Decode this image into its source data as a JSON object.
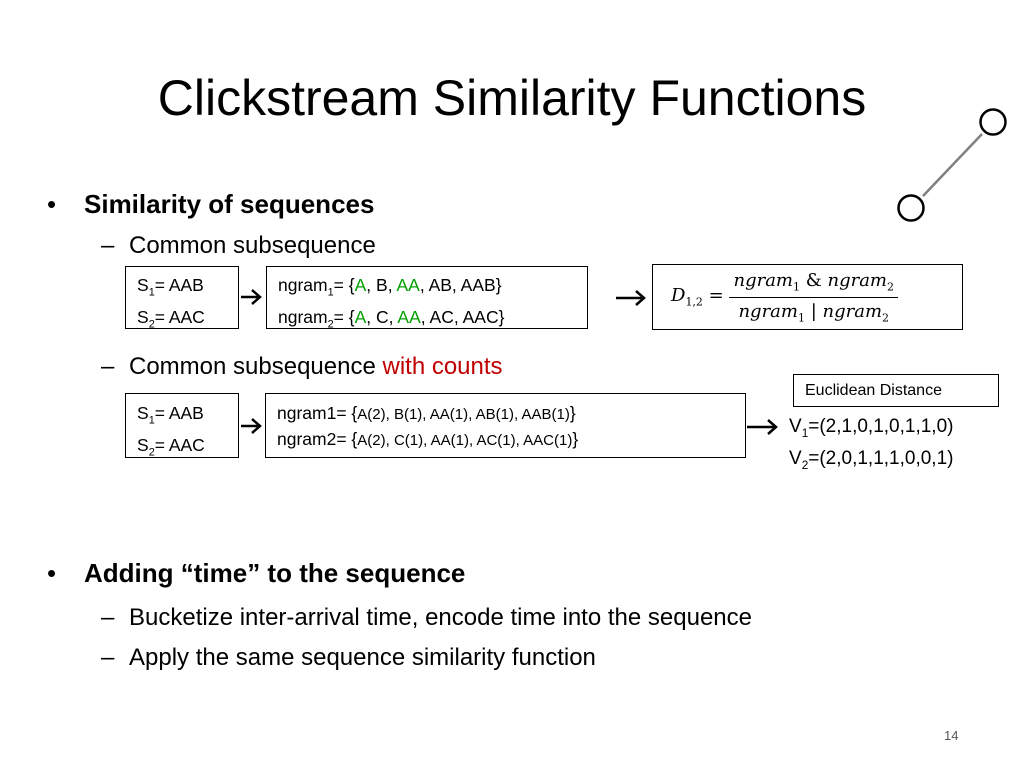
{
  "slide": {
    "title": "Clickstream Similarity Functions",
    "page_number": "14"
  },
  "section1": {
    "bullet_symbol": "•",
    "heading": "Similarity of sequences",
    "dash": "–",
    "sub1": "Common subsequence",
    "sub2_prefix": "Common subsequence ",
    "sub2_highlight": "with counts"
  },
  "box_seq": {
    "s_label": "S",
    "s1_index": "1",
    "s1_value": "= AAB",
    "s2_index": "2",
    "s2_value": "= AAC"
  },
  "box_ngram": {
    "ngram_label": "ngram",
    "row1_index": "1",
    "row2_index": "2",
    "eq_open": "= {",
    "comma": ", ",
    "a": "A",
    "aa": "AA",
    "row1_b": "B",
    "row1_rest": "AB, AAB}",
    "row2_c": "C",
    "row2_rest": "AC, AAC}"
  },
  "formula": {
    "lhs": "D",
    "lhs_sub": "1,2",
    "equals": " =",
    "ngram": "ngram",
    "sub1": "1",
    "sub2": "2",
    "and_op": " & ",
    "or_op": " | "
  },
  "euclidean_label": "Euclidean Distance",
  "box_counts": {
    "row1_label": "ngram1= {",
    "row1_items": "A(2), B(1), AA(1), AB(1), AAB(1)",
    "row2_label": "ngram2= {",
    "row2_items": "A(2), C(1), AA(1), AC(1), AAC(1)",
    "close": "}"
  },
  "vectors": {
    "v_label": "V",
    "v1_index": "1",
    "v1_value": "=(2,1,0,1,0,1,1,0)",
    "v2_index": "2",
    "v2_value": "=(2,0,1,1,1,0,0,1)"
  },
  "section2": {
    "bullet_symbol": "•",
    "heading": "Adding “time” to the sequence",
    "dash": "–",
    "sub1": "Bucketize inter-arrival time, encode time into the sequence",
    "sub2": "Apply the same sequence similarity function"
  },
  "colors": {
    "green_highlight": "#00a000",
    "red_highlight": "#c00000",
    "decoration_line": "#808080"
  }
}
